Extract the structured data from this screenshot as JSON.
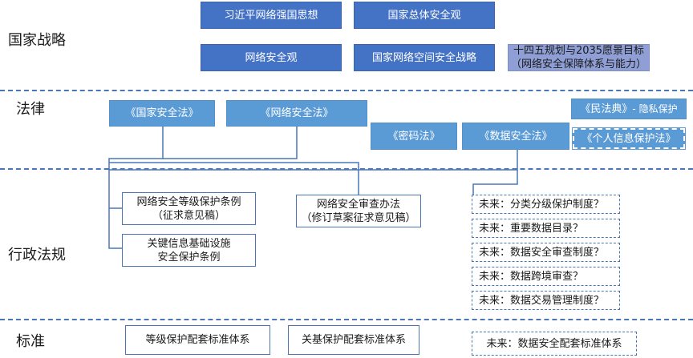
{
  "rows": {
    "strategy": "国家战略",
    "law": "法律",
    "regulation": "行政法规",
    "standard": "标准"
  },
  "strategy": {
    "xi_thought": "习近平网络强国思想",
    "national_security": "国家总体安全观",
    "cyber_security_view": "网络安全观",
    "cyberspace_strategy": "国家网络空间安全战略",
    "plan_line1": "十四五规划与2035愿景目标",
    "plan_line2": "（网络安全保障体系与能力）"
  },
  "laws": {
    "national_security_law": "《国家安全法》",
    "cybersecurity_law": "《网络安全法》",
    "civil_code": "《民法典》",
    "civil_code_note": " - 隐私保护",
    "crypto_law": "《密码法》",
    "data_security_law": "《数据安全法》",
    "pipl": "《个人信息保护法》"
  },
  "regulations": {
    "mlps_line1": "网络安全等级保护条例",
    "mlps_line2": "（征求意见稿）",
    "cii_line1": "关键信息基础设施",
    "cii_line2": "安全保护条例",
    "review_line1": "网络安全审查办法",
    "review_line2": "（修订草案征求意见稿）",
    "future": [
      "未来：分类分级保护制度？",
      "未来：重要数据目录？",
      "未来：数据安全审查制度？",
      "未来：数据跨境审查？",
      "未来：数据交易管理制度？"
    ]
  },
  "standards": {
    "mlps_std": "等级保护配套标准体系",
    "cii_std": "关基保护配套标准体系",
    "data_std": "未来：数据安全配套标准体系"
  },
  "colors": {
    "strategy_blue": "#4472c4",
    "strategy_light": "#8f9fd6",
    "law_blue": "#5b9bd5",
    "line_blue": "#4a76b8"
  }
}
